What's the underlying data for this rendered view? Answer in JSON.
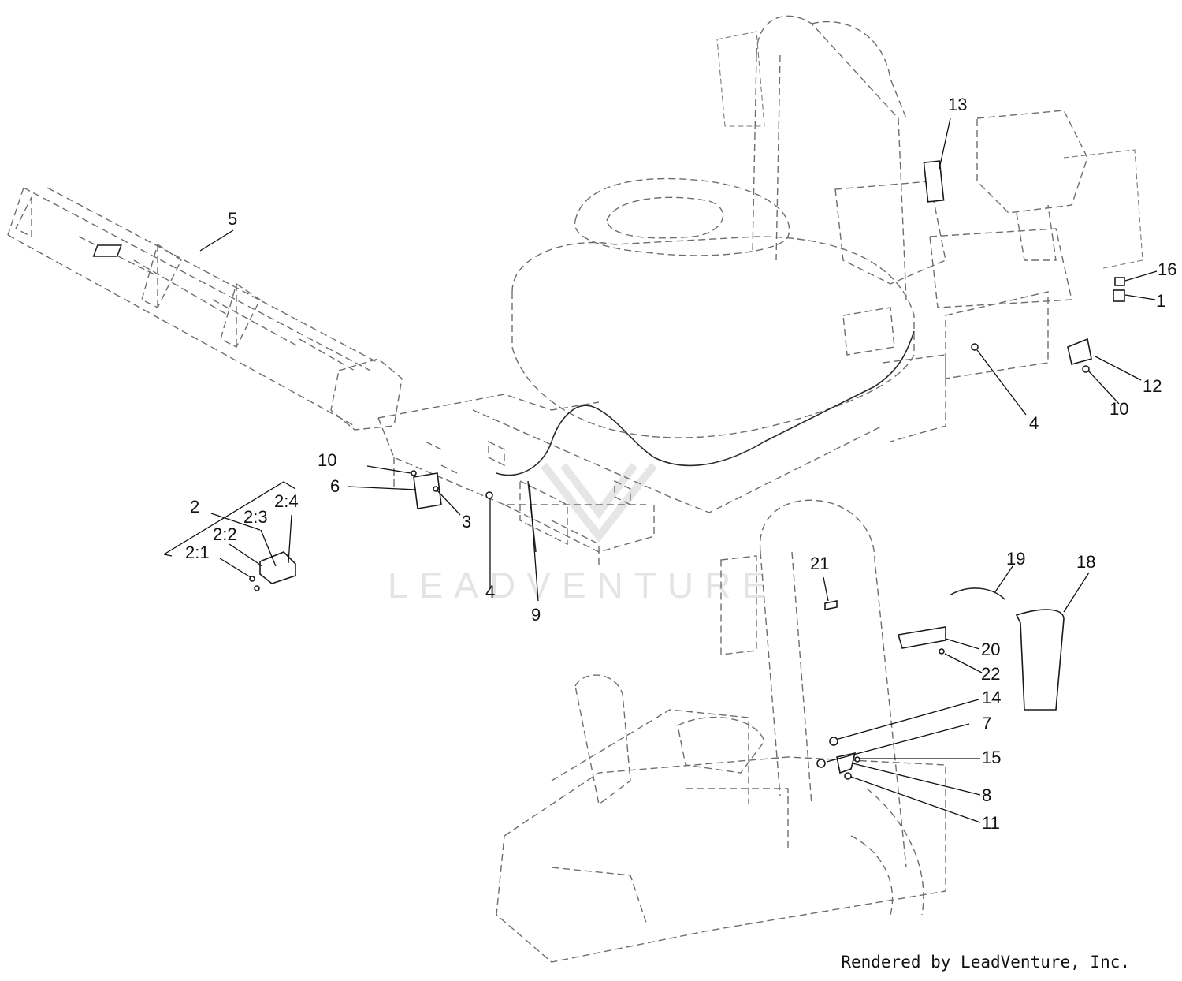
{
  "diagram": {
    "callouts": [
      "13",
      "5",
      "16",
      "1",
      "12",
      "10",
      "4",
      "10",
      "6",
      "3",
      "2",
      "2:4",
      "2:3",
      "2:2",
      "2:1",
      "4",
      "9",
      "21",
      "19",
      "18",
      "20",
      "22",
      "14",
      "7",
      "15",
      "8",
      "11"
    ]
  },
  "watermark": {
    "text": "LEADVENTURE"
  },
  "credit": "Rendered by LeadVenture, Inc."
}
